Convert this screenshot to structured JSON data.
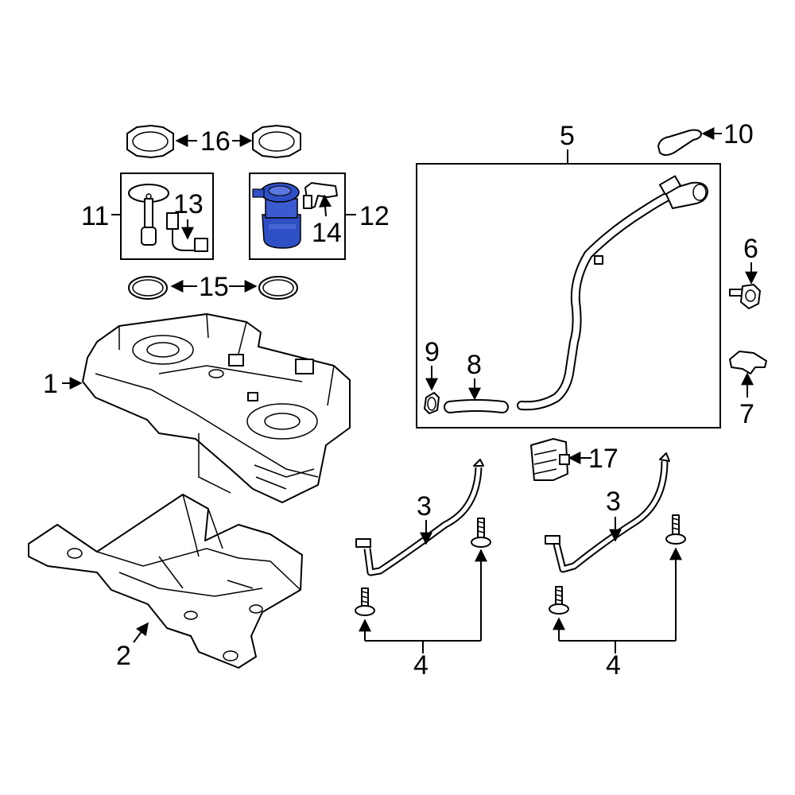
{
  "diagram": {
    "highlight_color": "#2f4fc4",
    "callouts": {
      "c1": "1",
      "c2": "2",
      "c3a": "3",
      "c3b": "3",
      "c4a": "4",
      "c4b": "4",
      "c5": "5",
      "c6": "6",
      "c7": "7",
      "c8": "8",
      "c9": "9",
      "c10": "10",
      "c11": "11",
      "c12": "12",
      "c13": "13",
      "c14": "14",
      "c15": "15",
      "c16": "16",
      "c17": "17"
    }
  }
}
